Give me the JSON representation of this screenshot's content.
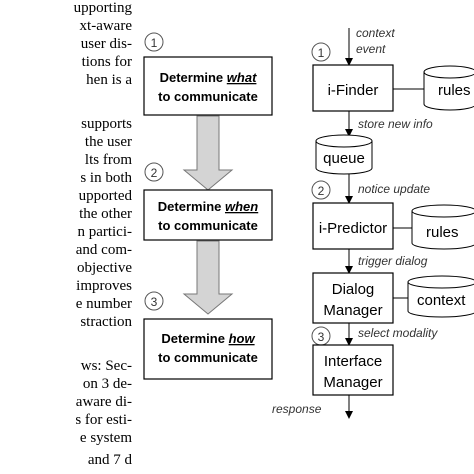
{
  "page_text_lines": [
    "upporting",
    "xt-aware",
    "user dis-",
    "tions for",
    "hen is a",
    "",
    "supports",
    "the user",
    "lts from",
    "s in both",
    "upported",
    "the other",
    "n partici-",
    "and com-",
    "objective",
    "improves",
    "e number",
    "straction",
    "",
    "ws: Sec-",
    "on 3 de-",
    "aware di-",
    "s for esti-",
    "e system",
    "and 7 d"
  ],
  "figure": {
    "left_steps": [
      {
        "number": "1",
        "line1_prefix": "Determine ",
        "line1_em": "what",
        "line2": "to communicate"
      },
      {
        "number": "2",
        "line1_prefix": "Determine ",
        "line1_em": "when",
        "line2": "to communicate"
      },
      {
        "number": "3",
        "line1_prefix": "Determine ",
        "line1_em": "how",
        "line2": "to communicate"
      }
    ],
    "right": {
      "input_label_1": "context",
      "input_label_2": "event",
      "components": [
        {
          "number": "1",
          "line1": "i-Finder",
          "line2": ""
        },
        {
          "number": "2",
          "line1": "i-Predictor",
          "line2": ""
        },
        {
          "number": "",
          "line1": "Dialog",
          "line2": "Manager"
        },
        {
          "number": "3",
          "line1": "Interface",
          "line2": "Manager"
        }
      ],
      "stores": {
        "rules_1": "rules",
        "queue": "queue",
        "rules_2": "rules",
        "context": "context"
      },
      "flow_labels": {
        "store_new_info": "store new info",
        "notice_update": "notice update",
        "trigger_dialog": "trigger dialog",
        "select_modality": "select modality",
        "response": "response"
      }
    }
  }
}
